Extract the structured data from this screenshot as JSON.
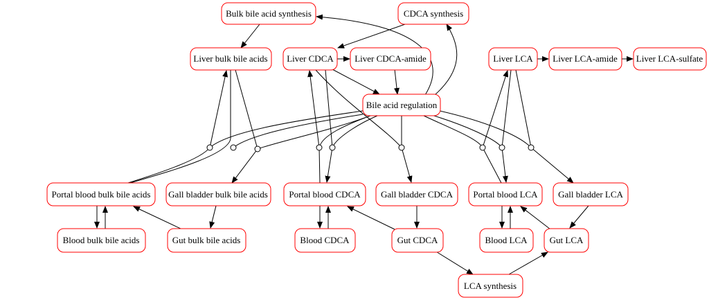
{
  "nodes": {
    "bulk_synth": "Bulk bile acid synthesis",
    "cdca_synth": "CDCA synthesis",
    "liver_bulk": "Liver bulk bile acids",
    "liver_cdca": "Liver CDCA",
    "liver_cdca_amide": "Liver CDCA-amide",
    "liver_lca": "Liver LCA",
    "liver_lca_amide": "Liver LCA-amide",
    "liver_lca_sulfate": "Liver LCA-sulfate",
    "regulation": "Bile acid regulation",
    "portal_bulk": "Portal blood bulk bile acids",
    "gb_bulk": "Gall bladder bulk bile acids",
    "portal_cdca": "Portal blood CDCA",
    "gb_cdca": "Gall bladder CDCA",
    "portal_lca": "Portal blood LCA",
    "gb_lca": "Gall bladder LCA",
    "blood_bulk": "Blood bulk bile acids",
    "gut_bulk": "Gut bulk bile acids",
    "blood_cdca": "Blood CDCA",
    "gut_cdca": "Gut CDCA",
    "blood_lca": "Blood LCA",
    "gut_lca": "Gut LCA",
    "lca_synth": "LCA synthesis"
  },
  "colors": {
    "node_border": "#ff0000",
    "edge": "#000000",
    "background": "#ffffff"
  }
}
